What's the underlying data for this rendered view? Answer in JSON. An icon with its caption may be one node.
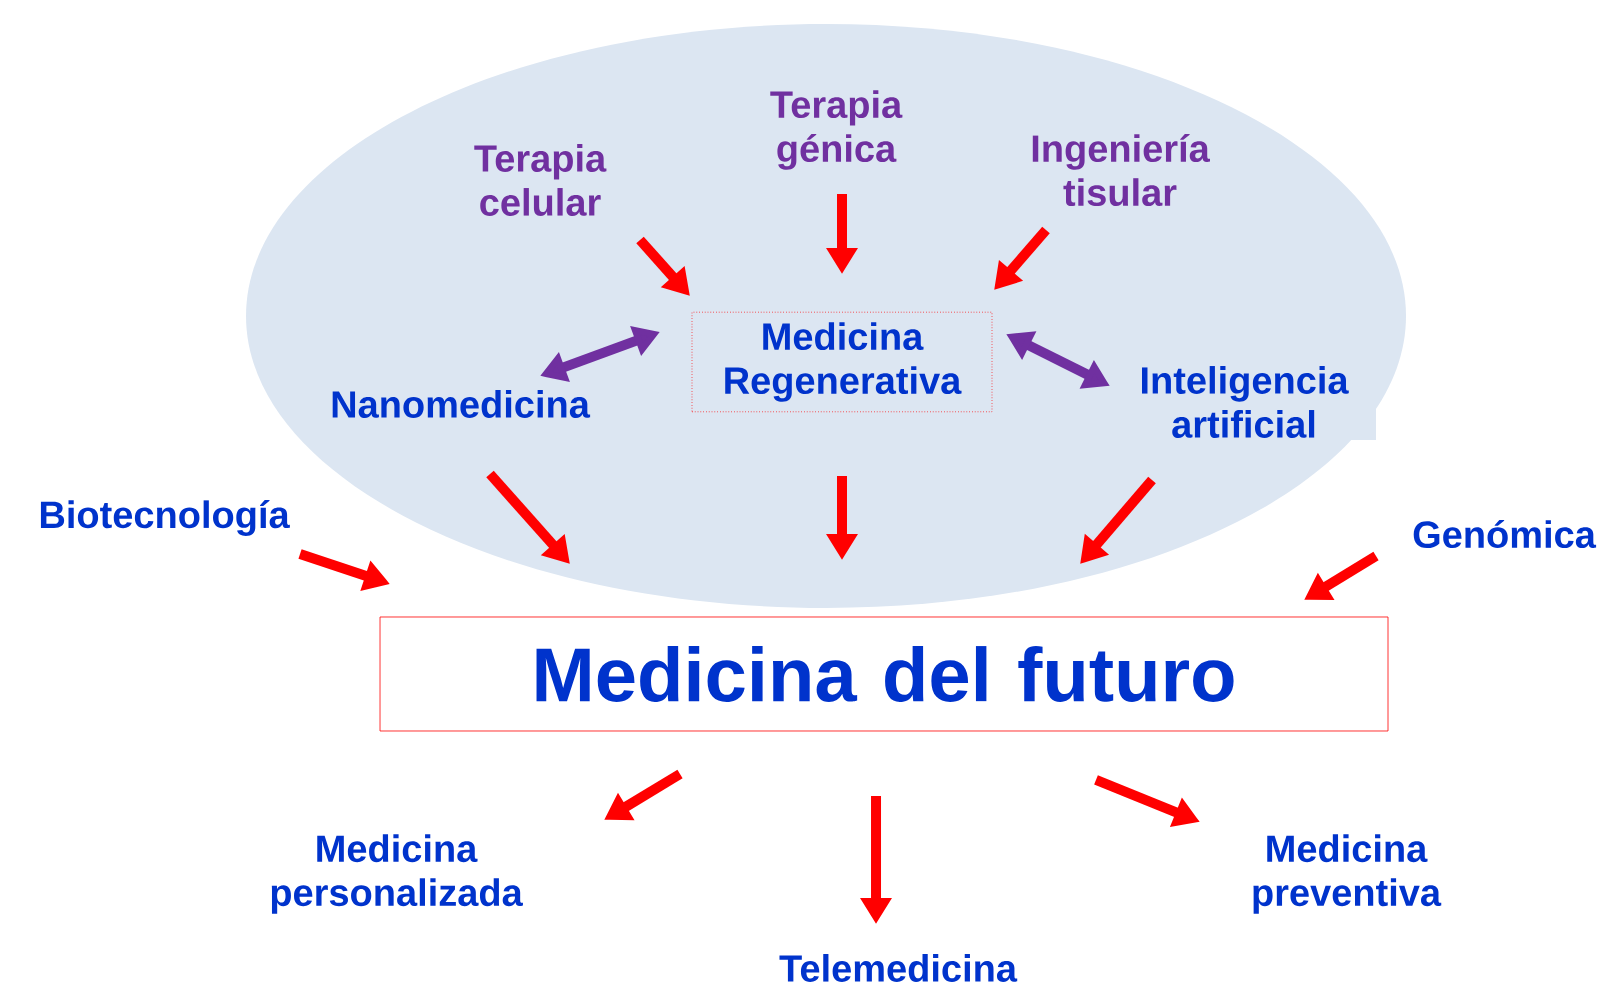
{
  "diagram": {
    "nodes": [
      {
        "text": [],
        "shape": "ellipse"
      },
      {
        "text": [
          "Terapia celular"
        ],
        "in": 0
      },
      {
        "text": [
          "Terapia génica"
        ],
        "in": 0
      },
      {
        "text": [
          "Ingeniería tisular"
        ],
        "in": 0
      },
      {
        "text": [
          "Nanomedicina"
        ],
        "in": 0
      },
      {
        "text": [
          "Medicina Regenerativa"
        ],
        "in": 0
      },
      {
        "text": [
          "Inteligencia artificial"
        ],
        "in": 0
      },
      {
        "text": [
          "Biotecnología"
        ]
      },
      {
        "text": [
          "Genómica"
        ]
      },
      {
        "text": [
          "Medicina del futuro"
        ]
      },
      {
        "text": [
          "Medicina personalizada"
        ]
      },
      {
        "text": [
          "Telemedicina"
        ]
      },
      {
        "text": [
          "Medicina preventiva"
        ]
      }
    ],
    "edges": [
      {
        "from": 1,
        "to": 5,
        "arrow": "to"
      },
      {
        "from": 2,
        "to": 5,
        "arrow": "to"
      },
      {
        "from": 3,
        "to": 5,
        "arrow": "to"
      },
      {
        "from": 4,
        "to": 5,
        "arrow": "both",
        "color": "#7030a0"
      },
      {
        "from": 5,
        "to": 6,
        "arrow": "both",
        "color": "#7030a0"
      },
      {
        "from": 4,
        "to": 9,
        "arrow": "to"
      },
      {
        "from": 5,
        "to": 9,
        "arrow": "to"
      },
      {
        "from": 6,
        "to": 9,
        "arrow": "to"
      },
      {
        "from": 7,
        "to": 9,
        "arrow": "to"
      },
      {
        "from": 8,
        "to": 9,
        "arrow": "to"
      },
      {
        "from": 9,
        "to": 10,
        "arrow": "to"
      },
      {
        "from": 9,
        "to": 11,
        "arrow": "to"
      },
      {
        "from": 9,
        "to": 12,
        "arrow": "to"
      }
    ]
  }
}
